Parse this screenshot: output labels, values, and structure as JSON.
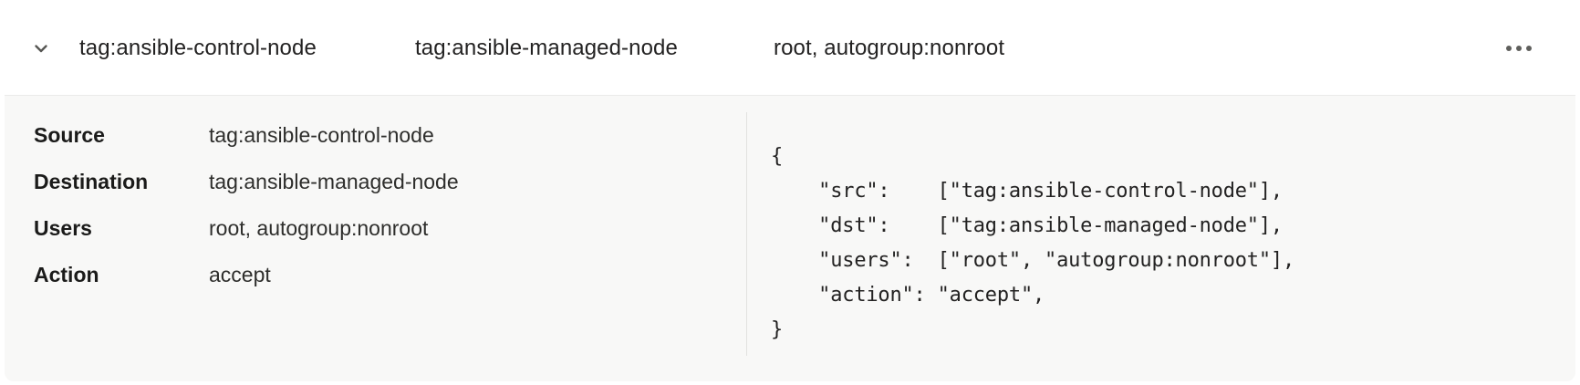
{
  "colors": {
    "card_background": "#ffffff",
    "panel_background": "#f8f8f7",
    "text": "#232222",
    "muted_icon": "#5f5f5c",
    "divider": "#e2e2e0"
  },
  "header": {
    "expand_icon": "chevron-down-icon",
    "menu_icon": "ellipsis-icon",
    "columns": [
      {
        "label": "tag:ansible-control-node"
      },
      {
        "label": "tag:ansible-managed-node"
      },
      {
        "label": "root, autogroup:nonroot"
      }
    ]
  },
  "details": {
    "rows": [
      {
        "label": "Source",
        "value": "tag:ansible-control-node"
      },
      {
        "label": "Destination",
        "value": "tag:ansible-managed-node"
      },
      {
        "label": "Users",
        "value": "root, autogroup:nonroot"
      },
      {
        "label": "Action",
        "value": "accept"
      }
    ]
  },
  "code": {
    "language": "json",
    "lines": [
      "{",
      "    \"src\":    [\"tag:ansible-control-node\"],",
      "    \"dst\":    [\"tag:ansible-managed-node\"],",
      "    \"users\":  [\"root\", \"autogroup:nonroot\"],",
      "    \"action\": \"accept\",",
      "}"
    ],
    "text": "{\n    \"src\":    [\"tag:ansible-control-node\"],\n    \"dst\":    [\"tag:ansible-managed-node\"],\n    \"users\":  [\"root\", \"autogroup:nonroot\"],\n    \"action\": \"accept\",\n}"
  }
}
